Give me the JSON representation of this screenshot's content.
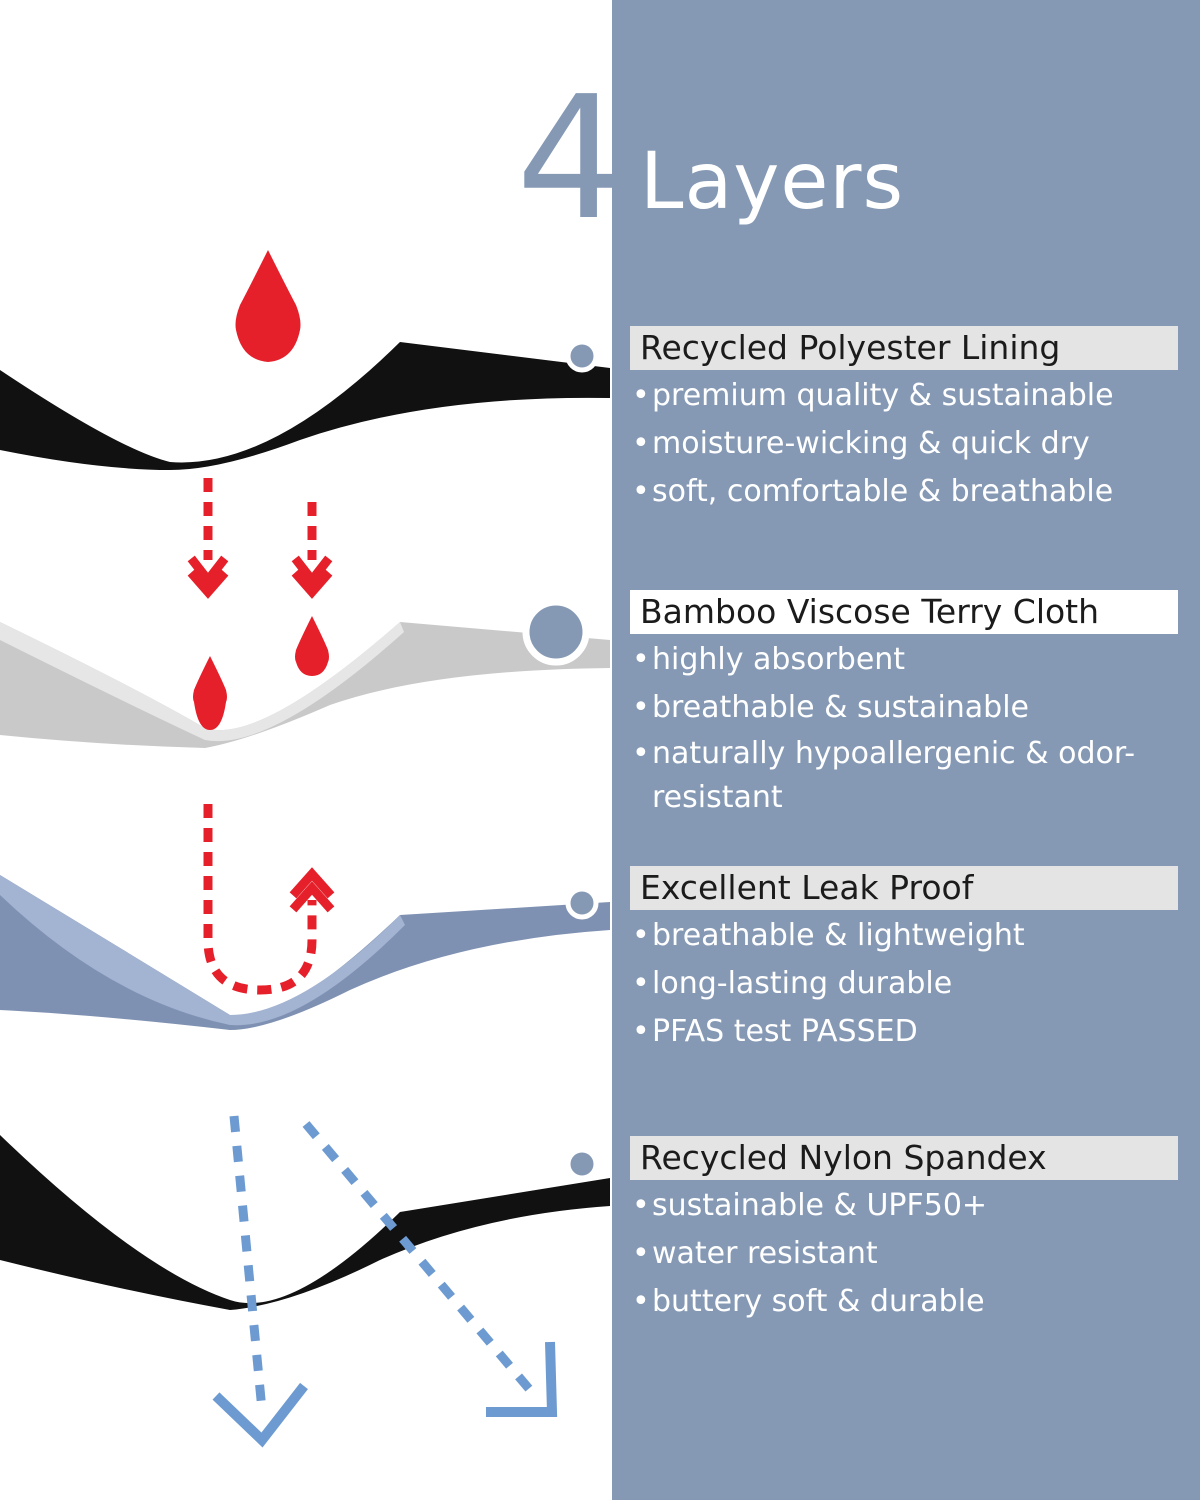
{
  "heading": {
    "number": "4",
    "word": "Layers"
  },
  "layers": [
    {
      "name": "Recycled Polyester Lining",
      "features": [
        "premium quality & sustainable",
        "moisture-wicking & quick dry",
        "soft, comfortable & breathable"
      ]
    },
    {
      "name": "Bamboo Viscose Terry Cloth",
      "features": [
        "highly absorbent",
        "breathable & sustainable",
        "naturally hypoallergenic & odor-resistant"
      ]
    },
    {
      "name": "Excellent Leak Proof",
      "features": [
        "breathable & lightweight",
        "long-lasting durable",
        "PFAS test PASSED"
      ]
    },
    {
      "name": "Recycled Nylon Spandex",
      "features": [
        "sustainable & UPF50+",
        "water resistant",
        "buttery soft & durable"
      ]
    }
  ],
  "colors": {
    "panel": "#8599b5",
    "liquid_red": "#e5202a",
    "air_blue": "#6d9bd1",
    "layer_black": "#111111",
    "layer_gray": "#c4c4c4",
    "layer_blue": "#8ea2c2"
  },
  "icons": [
    "drop-icon",
    "down-arrow-icon",
    "up-arrow-icon",
    "air-arrow-icon"
  ]
}
